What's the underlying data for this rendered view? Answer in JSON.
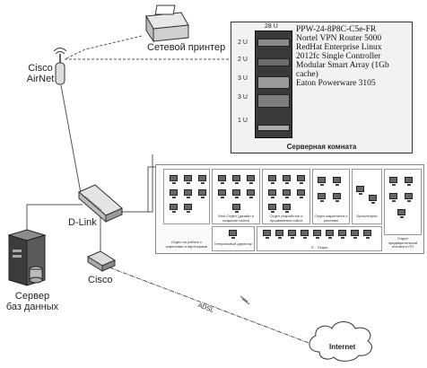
{
  "nodes": {
    "printer": {
      "label": "Сетевой принтер"
    },
    "airnet": {
      "label": "Cisco\nAirNet"
    },
    "dlink": {
      "label": "D-Link"
    },
    "server": {
      "label": "Сервер\nбаз данных"
    },
    "cisco": {
      "label": "Cisco"
    },
    "internet": {
      "label": "Internet"
    },
    "adsl": {
      "label": "ADSL"
    }
  },
  "server_room": {
    "title": "Серверная комната",
    "capacity": "28 U",
    "units": [
      {
        "size": "2 U",
        "name": "PPW-24-8P8C-C5e-FR"
      },
      {
        "size": "2 U",
        "name": "Nortel VPN Router 5000"
      },
      {
        "size": "3 U",
        "name": "RedHat Enterprise Linux"
      },
      {
        "size": "3 U",
        "name": "2012fc Single Controller Modular Smart Array (1Gb cache)"
      },
      {
        "size": "1 U",
        "name": "Eaton Powerware 3105"
      }
    ]
  },
  "office": {
    "rooms": [
      {
        "label": "Отдел по работе с клиентами и партнерами"
      },
      {
        "label": "Web-Отдел (дизайн и создание сайта)"
      },
      {
        "label": "Отдел разработки и продвижения сайта"
      },
      {
        "label": "Отдел маркетинга и рекламы"
      },
      {
        "label": "Бухгалтерия"
      },
      {
        "label": "Отдел предварительной техники и ПО"
      },
      {
        "label": "Генеральный директор"
      },
      {
        "label": "IT - Отдел"
      }
    ]
  }
}
